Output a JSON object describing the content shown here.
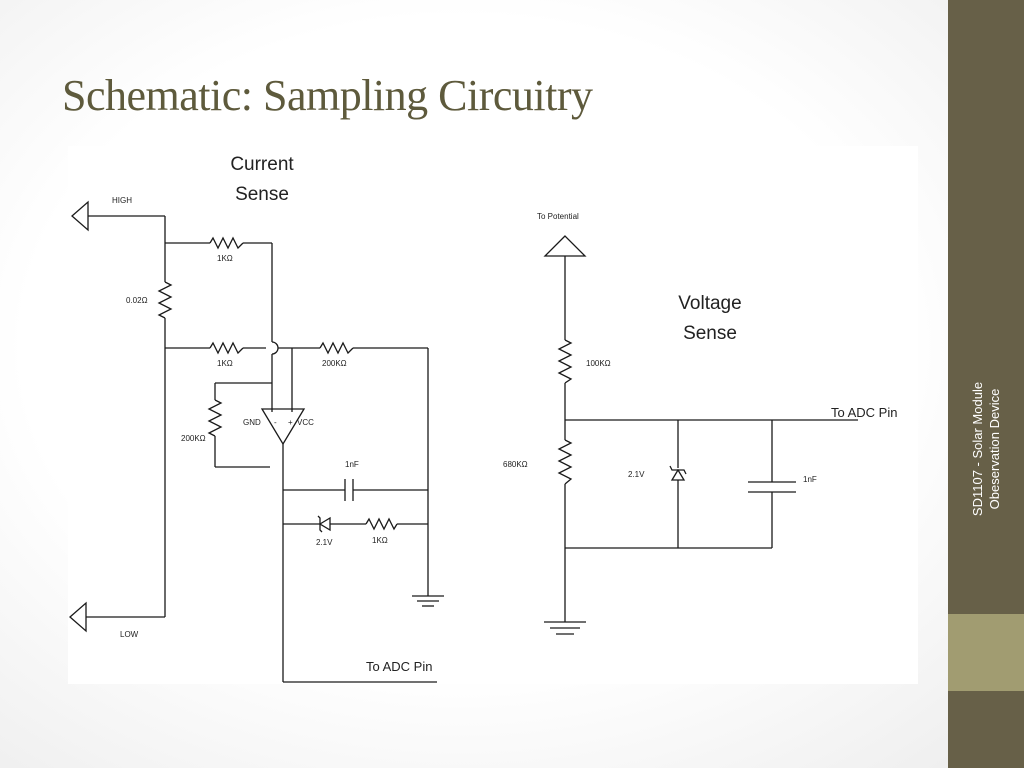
{
  "slide": {
    "title": "Schematic: Sampling Circuitry",
    "sidebar_line1": "SD1107 - Solar Module",
    "sidebar_line2": "Obeservation Device"
  },
  "current_sense": {
    "heading_line1": "Current",
    "heading_line2": "Sense",
    "high": "HIGH",
    "low": "LOW",
    "shunt": "0.02Ω",
    "r_top": "1KΩ",
    "r_mid": "1KΩ",
    "r_feedback": "200KΩ",
    "r_ground": "200KΩ",
    "opamp_gnd": "GND",
    "opamp_minus": "-",
    "opamp_plus": "+",
    "opamp_vcc": "VCC",
    "cap": "1nF",
    "zener": "2.1V",
    "r_out": "1KΩ",
    "adc": "To ADC Pin"
  },
  "voltage_sense": {
    "heading_line1": "Voltage",
    "heading_line2": "Sense",
    "potential": "To Potential",
    "r_top": "100KΩ",
    "r_bottom": "680KΩ",
    "zener": "2.1V",
    "cap": "1nF",
    "adc": "To ADC Pin"
  }
}
